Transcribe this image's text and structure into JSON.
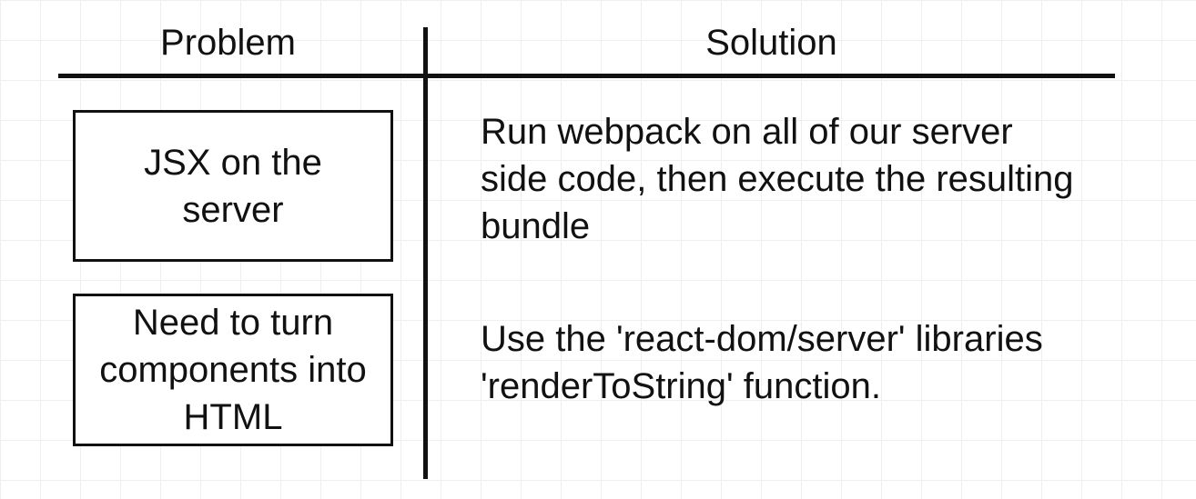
{
  "table": {
    "headers": {
      "problem": "Problem",
      "solution": "Solution"
    },
    "rows": [
      {
        "problem": "JSX on the server",
        "solution": "Run webpack on all of our server side code, then execute the resulting bundle"
      },
      {
        "problem": "Need to turn components into HTML",
        "solution": "Use the 'react-dom/server' libraries 'renderToString' function."
      }
    ]
  },
  "colors": {
    "background": "#ffffff",
    "grid": "#efefef",
    "ink": "#111111"
  }
}
